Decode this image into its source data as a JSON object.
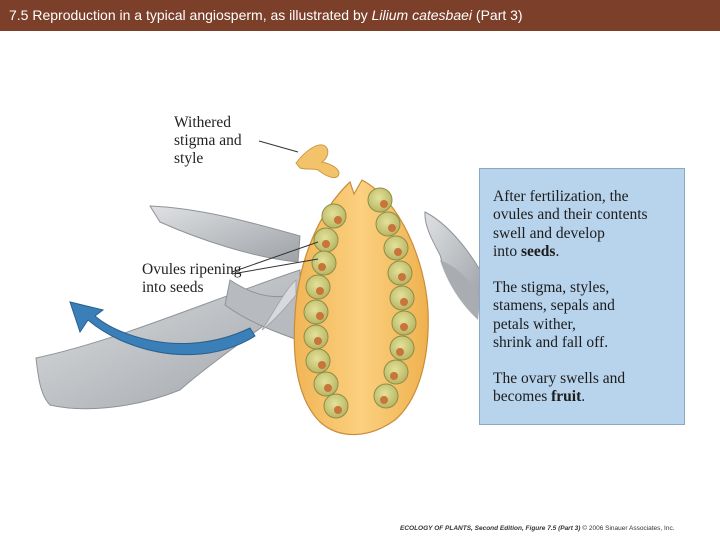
{
  "header": {
    "title_prefix": "7.5 Reproduction in a typical angiosperm, as illustrated by ",
    "title_species": "Lilium catesbaei",
    "title_suffix": " (Part 3)"
  },
  "labels": {
    "withered": [
      "Withered",
      "stigma and",
      "style"
    ],
    "ovules": [
      "Ovules ripening",
      "into seeds"
    ]
  },
  "info_box": {
    "p1_lines": [
      "After fertilization, the",
      "ovules and their contents",
      "swell and develop"
    ],
    "p1_last_prefix": "into ",
    "p1_last_bold": "seeds",
    "p1_last_suffix": ".",
    "p2_lines": [
      "The stigma, styles,",
      "stamens, sepals and",
      "petals wither,",
      "shrink and fall off."
    ],
    "p3_line1": "The ovary swells and",
    "p3_last_prefix": "becomes ",
    "p3_last_bold": "fruit",
    "p3_last_suffix": "."
  },
  "credit": {
    "book": "ECOLOGY OF PLANTS, Second Edition, Figure 7.5 (Part 3)",
    "rights": "© 2006 Sinauer Associates, Inc."
  },
  "colors": {
    "title_bar": "#7b3f2a",
    "ovary_fill": "#f7c46a",
    "ovule_fill": "#d6d47e",
    "seed_core": "#c8743a",
    "info_box": "#b8d3ec",
    "arrow": "#3a7fb8",
    "petals": "#c5c8cc"
  }
}
